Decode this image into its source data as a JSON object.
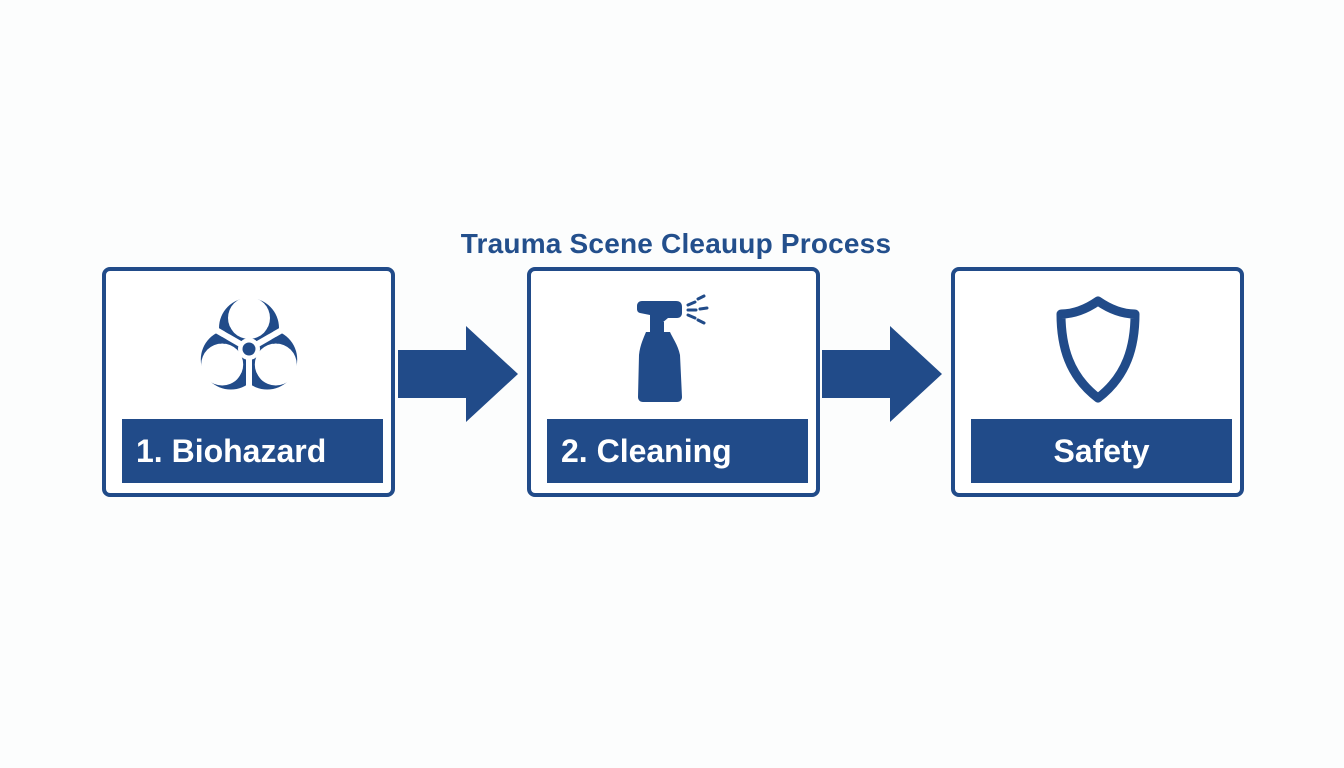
{
  "title": "Trauma Scene Cleauup Process",
  "colors": {
    "primary": "#214b89",
    "title": "#234f8c",
    "background": "#fcfdfd"
  },
  "steps": [
    {
      "label": "1. Biohazard",
      "icon": "biohazard-icon"
    },
    {
      "label": "2. Cleaning",
      "icon": "spray-bottle-icon"
    },
    {
      "label": "Safety",
      "icon": "shield-icon"
    }
  ],
  "connectors": [
    "arrow-right-icon",
    "arrow-right-icon"
  ]
}
